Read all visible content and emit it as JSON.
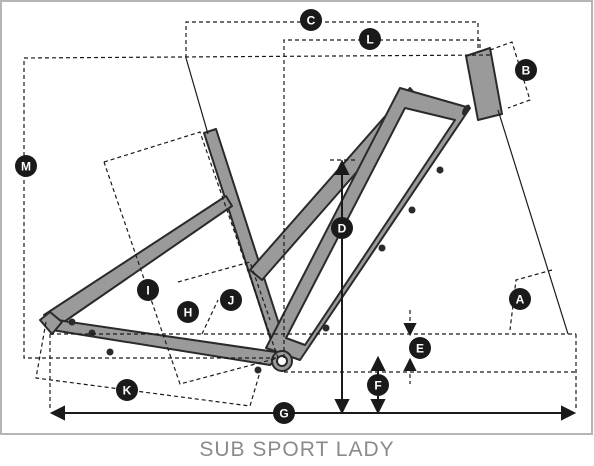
{
  "title": "SUB SPORT LADY",
  "colors": {
    "frame": "#9a9a9a",
    "outline": "#2a2a2a",
    "badge": "#1a1a1a",
    "caption": "#8a8a8a"
  },
  "labels": {
    "A": "A",
    "B": "B",
    "C": "C",
    "D": "D",
    "E": "E",
    "F": "F",
    "G": "G",
    "H": "H",
    "I": "I",
    "J": "J",
    "K": "K",
    "L": "L",
    "M": "M"
  }
}
